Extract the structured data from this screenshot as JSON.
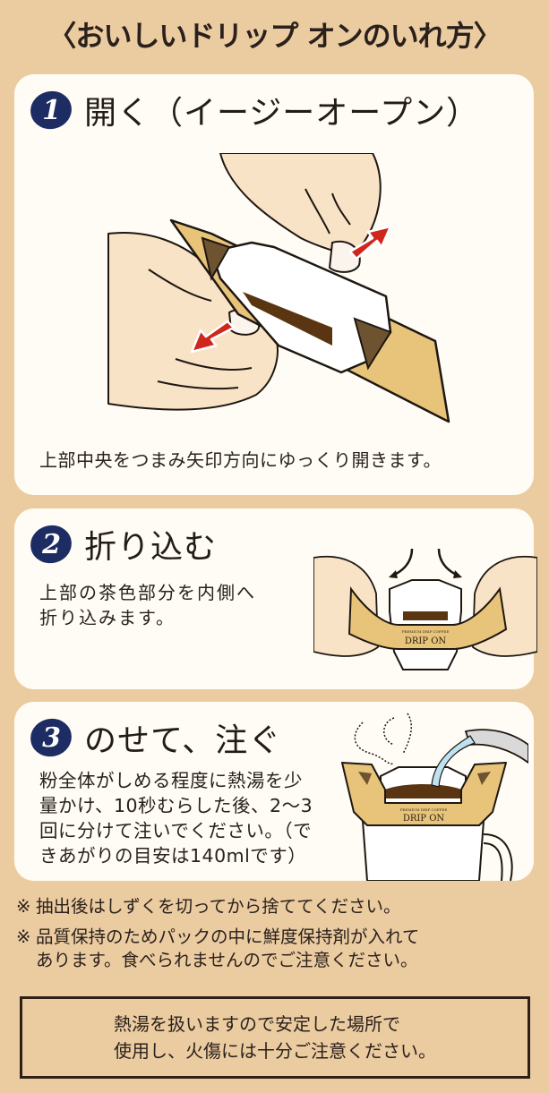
{
  "title": "〈おいしいドリップ オンのいれ方〉",
  "colors": {
    "background": "#ebcba0",
    "card": "#fefcf4",
    "badge": "#1d2c63",
    "arrow": "#d0261c",
    "filter_gold": "#e8c47a",
    "filter_dark": "#6e5330",
    "coffee": "#5a3512",
    "water": "#bfe2f2",
    "text": "#2a211c"
  },
  "steps": [
    {
      "number": "1",
      "title": "開く（イージーオープン）",
      "description": "上部中央をつまみ矢印方向にゆっくり開きます。",
      "illustration": "hands-opening-drip-bag-icon"
    },
    {
      "number": "2",
      "title": "折り込む",
      "description_lines": [
        "上部の茶色部分を内側へ",
        "折り込みます。"
      ],
      "illustration": "folding-flaps-icon",
      "brand_small": "PREMIUM DRIP COFFEE",
      "brand": "DRIP ON"
    },
    {
      "number": "3",
      "title": "のせて、注ぐ",
      "description_lines": [
        "粉全体がしめる程度に熱湯を少",
        "量かけ、10秒むらした後、2〜3",
        "回に分けて注いでください。（で",
        "きあがりの目安は140mlです）"
      ],
      "illustration": "pouring-hot-water-icon",
      "brand_small": "PREMIUM DRIP COFFEE",
      "brand": "DRIP ON"
    }
  ],
  "notes": [
    {
      "mark": "※",
      "text": "抽出後はしずくを切ってから捨ててください。"
    },
    {
      "mark": "※",
      "text": "品質保持のためパックの中に鮮度保持剤が入れてあります。食べられませんのでご注意ください。",
      "lines": [
        "品質保持のためパックの中に鮮度保持剤が入れて",
        "あります。食べられませんのでご注意ください。"
      ]
    }
  ],
  "warning": {
    "lines": [
      "熱湯を扱いますので安定した場所で",
      "使用し、火傷には十分ご注意ください。"
    ]
  }
}
